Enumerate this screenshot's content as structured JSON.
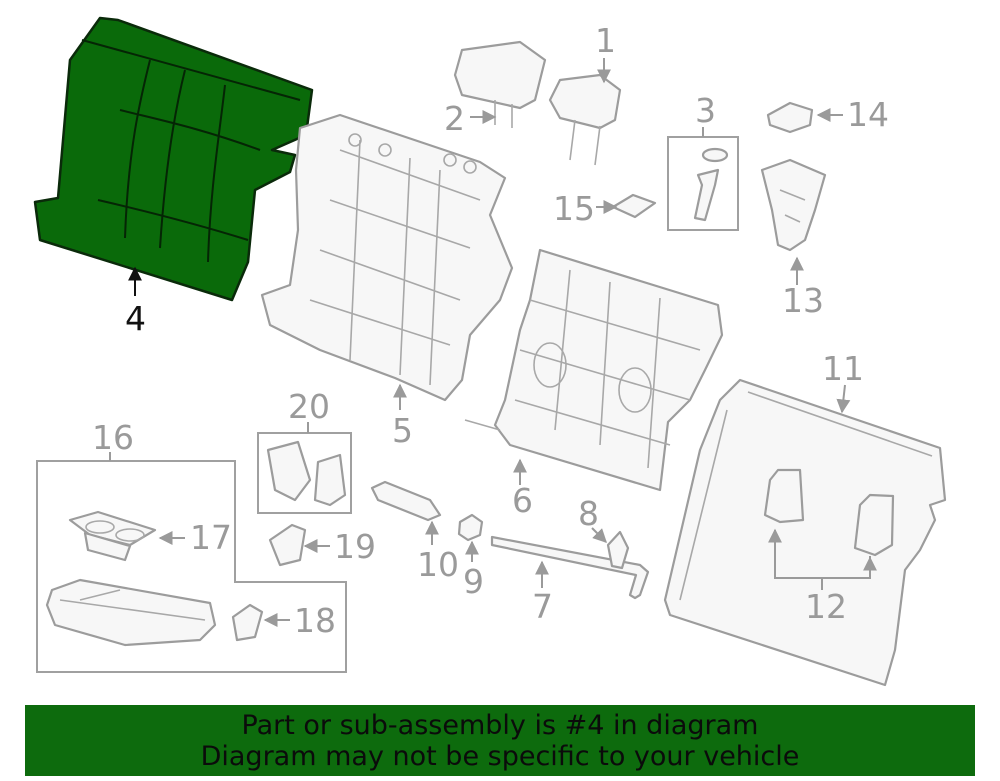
{
  "diagram": {
    "highlighted_part": "4",
    "highlight_color": "#0d6b0d",
    "callouts": [
      "1",
      "2",
      "3",
      "4",
      "5",
      "6",
      "7",
      "8",
      "9",
      "10",
      "11",
      "12",
      "13",
      "14",
      "15",
      "16",
      "17",
      "18",
      "19",
      "20"
    ]
  },
  "banner": {
    "line1": "Part or sub-assembly is #4 in diagram",
    "line2": "Diagram may not be specific to your vehicle",
    "background": "#0d6b0d"
  }
}
